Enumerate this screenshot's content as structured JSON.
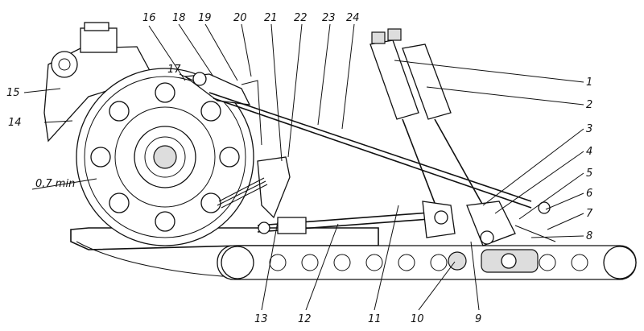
{
  "figure": {
    "dimension_text": "0,7 min",
    "labels": [
      "1",
      "2",
      "3",
      "4",
      "5",
      "6",
      "7",
      "8",
      "9",
      "10",
      "11",
      "12",
      "13",
      "14",
      "15",
      "16",
      "17",
      "18",
      "19",
      "20",
      "21",
      "22",
      "23",
      "24"
    ]
  }
}
